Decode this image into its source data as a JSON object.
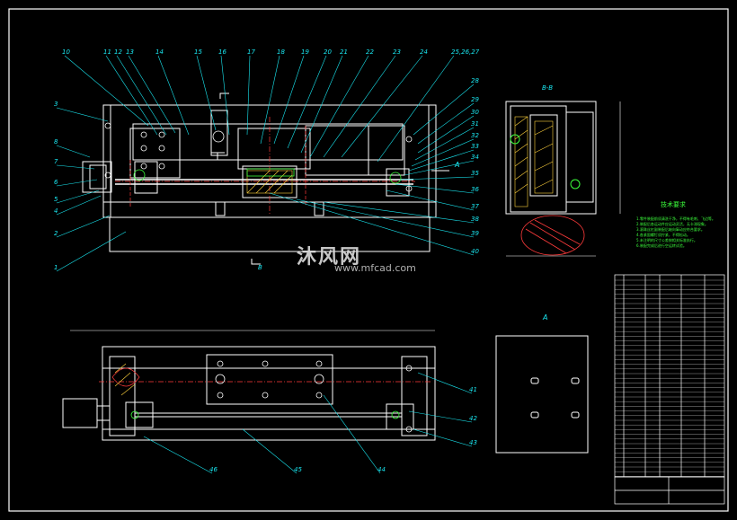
{
  "watermark": {
    "brand_cn": "沐风网",
    "brand_url": "www.mfcad.com"
  },
  "section_labels": {
    "view_a_upper": "A",
    "view_a_lower": "A",
    "section_bb": "B-B",
    "mark_b": "B"
  },
  "tech_requirements": {
    "title": "技术要求",
    "lines": [
      "1.零件装配前须清洗干净，不得有毛刺、飞边等。",
      "2.装配后各运动件应运动灵活，无卡滞现象。",
      "3.滚珠丝杠副装配后轴向窜动应符合要求。",
      "4.各紧固螺钉须拧紧，不得松动。",
      "5.未注明的尺寸公差按相关标准执行。",
      "6.装配完成后进行空运转试验。"
    ]
  },
  "part_numbers_top": [
    "10",
    "11",
    "12",
    "13",
    "14",
    "15",
    "16",
    "17",
    "18",
    "19",
    "20",
    "21",
    "22",
    "23",
    "24",
    "25,26,27"
  ],
  "part_numbers_left": [
    "3",
    "8",
    "7",
    "6",
    "5",
    "4",
    "2",
    "1"
  ],
  "part_numbers_right": [
    "28",
    "29",
    "30",
    "31",
    "32",
    "33",
    "34",
    "35",
    "36",
    "37",
    "38",
    "39",
    "40"
  ],
  "part_numbers_bottom": [
    "41",
    "42",
    "43",
    "44",
    "45",
    "46"
  ],
  "colors": {
    "background": "#000000",
    "outline": "#ffffff",
    "leader": "#19e6f0",
    "hidden": "#ff3b3b",
    "annotation": "#3cff3c",
    "hatch": "#ffd23c"
  }
}
